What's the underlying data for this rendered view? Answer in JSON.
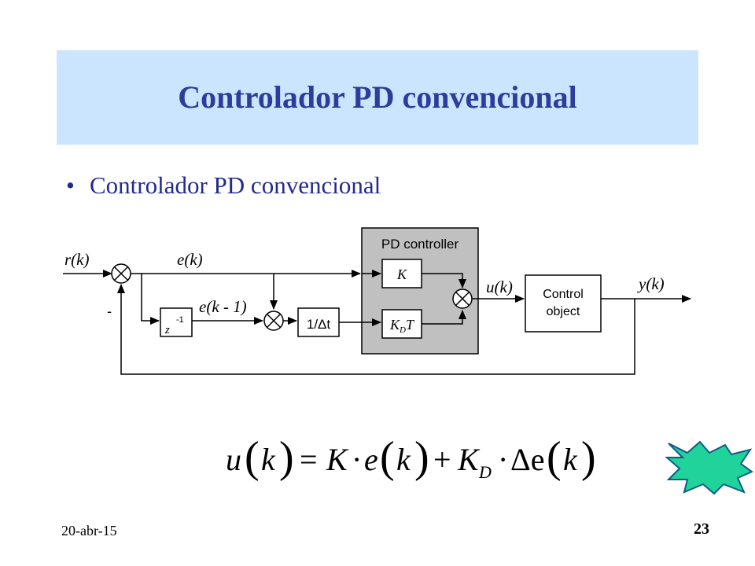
{
  "title": "Controlador PD convencional",
  "bullet": "Controlador PD convencional",
  "diagram": {
    "input_label": "r(k)",
    "error_label": "e(k)",
    "delayed_error_label": "e(k - 1)",
    "minus_sign": "-",
    "delay_block_base": "z",
    "delay_block_exp": "-1",
    "delta_block": "1/Δt",
    "pd_box_label": "PD controller",
    "gain_k": "K",
    "gain_kdt_main": "K",
    "gain_kdt_sub": "D",
    "gain_kdt_tail": "T",
    "control_signal_label": "u(k)",
    "plant_line1": "Control",
    "plant_line2": "object",
    "output_label": "y(k)"
  },
  "formula": {
    "lhs": "u",
    "arg": "k",
    "eq": "=",
    "k": "K",
    "dot": "·",
    "e": "e",
    "plus": "+",
    "kd": "K",
    "kd_sub": "D",
    "delta_e": "Δe"
  },
  "footer": {
    "date": "20-abr-15",
    "page": "23"
  },
  "colors": {
    "title_bg": "#cce5ff",
    "title_text": "#2e3c9c",
    "bullet_text": "#222a8c",
    "pd_box": "#c0c0c0",
    "nav_star": "#1fd39a"
  },
  "icons": {
    "nav": "starburst-action-button"
  }
}
